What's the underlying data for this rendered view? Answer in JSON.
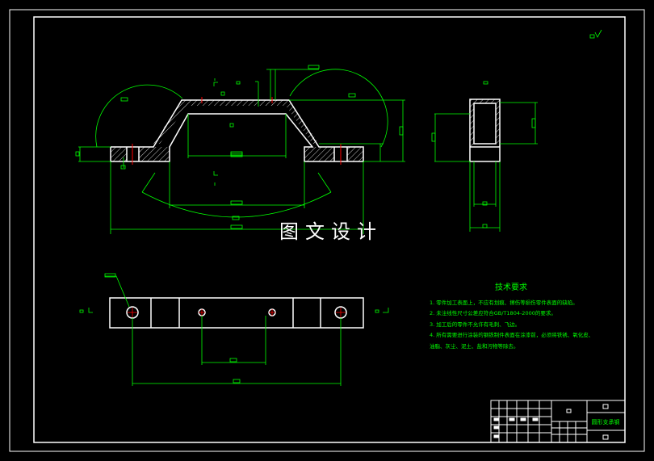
{
  "watermark": "图文设计",
  "tech_requirements": {
    "title": "技术要求",
    "items": [
      "1. 零件加工表面上，不应有划痕、擦伤等损伤零件表面的缺陷。",
      "2. 未注线性尺寸公差应符合GB/T1804-2000的要求。",
      "3. 加工后的零件不允许有毛刺、飞边。",
      "4. 所有需要进行涂装的钢铁制件表面在涂漆前，必须将铁锈、氧化皮、",
      "油脂、灰尘、泥土、盐和污物等除去。"
    ]
  },
  "title_block": {
    "part_name": "圆形支承钢"
  },
  "colors": {
    "background": "#000000",
    "frame": "#ffffff",
    "outline": "#ffffff",
    "dimension": "#00ff00",
    "text": "#00ff00",
    "center_mark": "#ff0000"
  }
}
